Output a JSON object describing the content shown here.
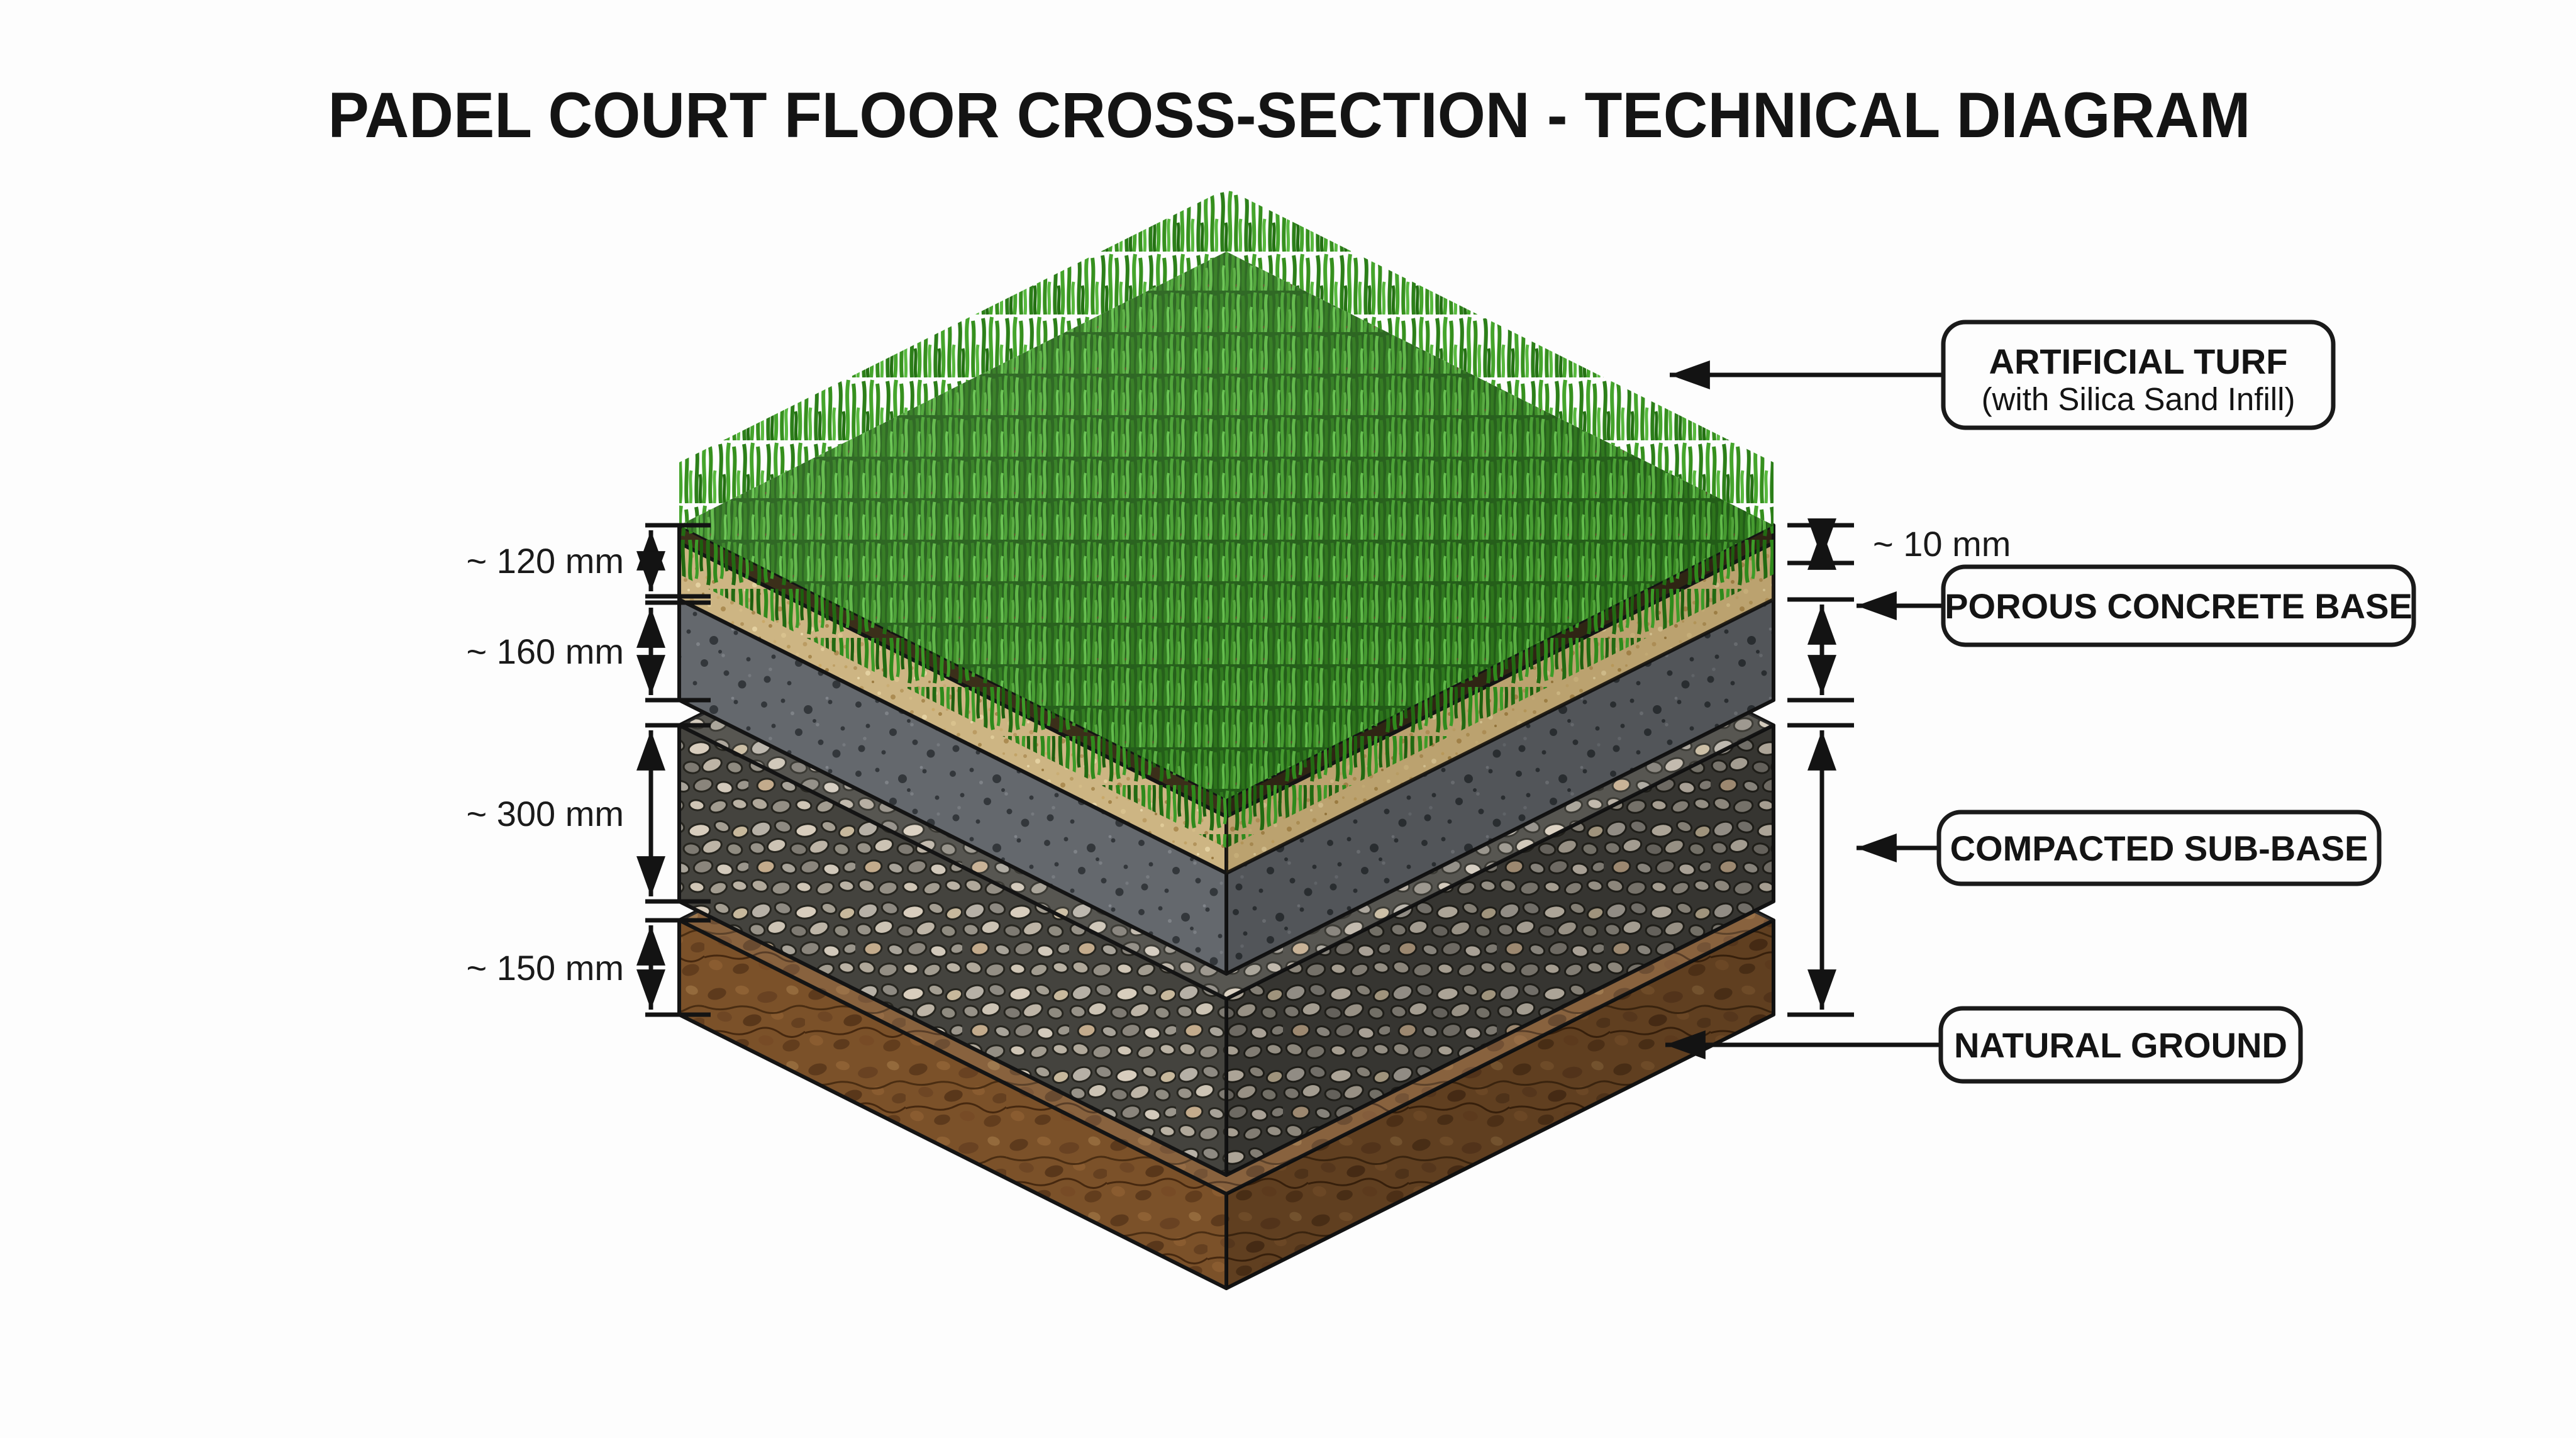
{
  "title": "PADEL COURT FLOOR CROSS-SECTION - TECHNICAL DIAGRAM",
  "dims": {
    "d120": "~ 120 mm",
    "d160": "~ 160 mm",
    "d300": "~ 300 mm",
    "d150": "~ 150 mm",
    "d10": "~ 10 mm"
  },
  "callouts": {
    "turf": {
      "line1": "ARTIFICIAL TURF",
      "line2": "(with Silica Sand Infill)"
    },
    "concrete": {
      "label": "POROUS CONCRETE BASE"
    },
    "subbase": {
      "label": "COMPACTED SUB-BASE"
    },
    "ground": {
      "label": "NATURAL GROUND"
    }
  },
  "materials": {
    "grass_green": "#37911f",
    "sand_tan": "#cdb583",
    "concrete_gray": "#64686d",
    "gravel_gray": "#a39d92",
    "soil_brown": "#7b5129",
    "outline_black": "#141414",
    "background": "#fdfdfd"
  }
}
